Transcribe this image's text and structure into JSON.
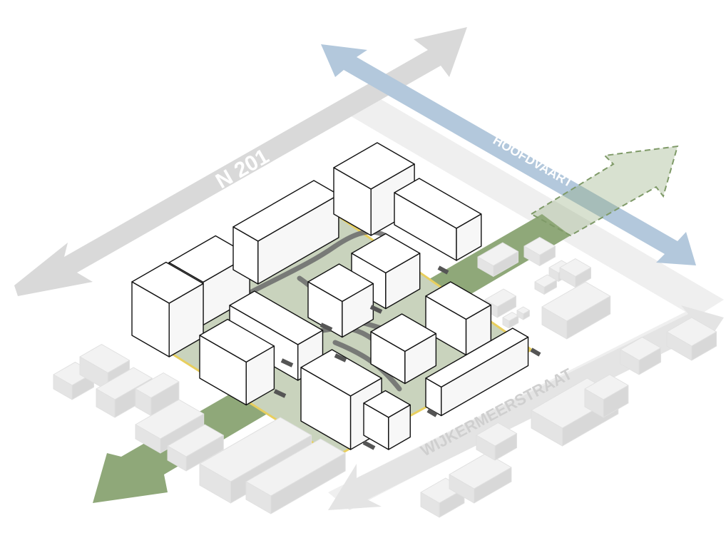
{
  "labels": {
    "n201": "N 201",
    "hoofdvaart": "HOOFDVAART",
    "wijkermeerstraat": "WIJKERMEERSTRAAT"
  },
  "colors": {
    "road_arrow": "#d9d9d9",
    "water_arrow": "#b3c8dc",
    "green_corridor": "#8fa879",
    "plaza": "#c9d3bd",
    "edge_yellow": "#e8cf5e",
    "context_buildings": "#e6e6e6"
  }
}
